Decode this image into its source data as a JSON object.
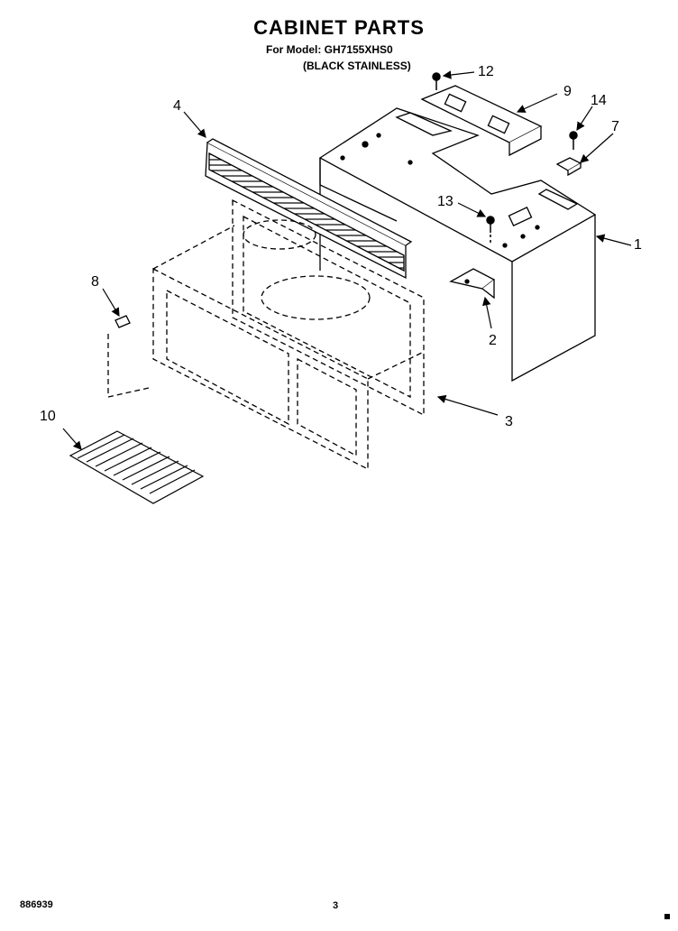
{
  "title": "CABINET PARTS",
  "model_line": "For Model: GH7155XHS0",
  "variant_line": "(BLACK STAINLESS)",
  "footer_code": "886939",
  "page_number": "3",
  "callouts": {
    "c1": "1",
    "c2": "2",
    "c3": "3",
    "c4": "4",
    "c7": "7",
    "c8": "8",
    "c9": "9",
    "c10": "10",
    "c12": "12",
    "c13": "13",
    "c14": "14"
  }
}
